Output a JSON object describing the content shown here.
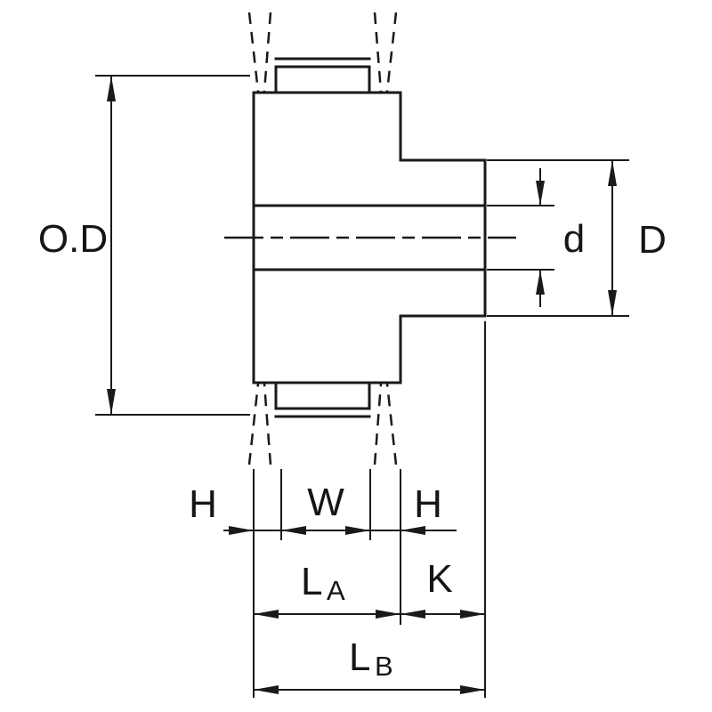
{
  "drawing": {
    "title": "Sprocket / timing pulley cross-section dimension diagram",
    "labels": {
      "outer_diameter": "O.D",
      "bore_diameter": "d",
      "hub_outer_diameter": "D",
      "hub_left": "H",
      "tooth_width": "W",
      "hub_right": "H",
      "la_base": "L",
      "la_sub": "A",
      "k": "K",
      "lb_base": "L",
      "lb_sub": "B"
    },
    "colors": {
      "line": "#1a1a1a",
      "background": "#ffffff"
    }
  }
}
